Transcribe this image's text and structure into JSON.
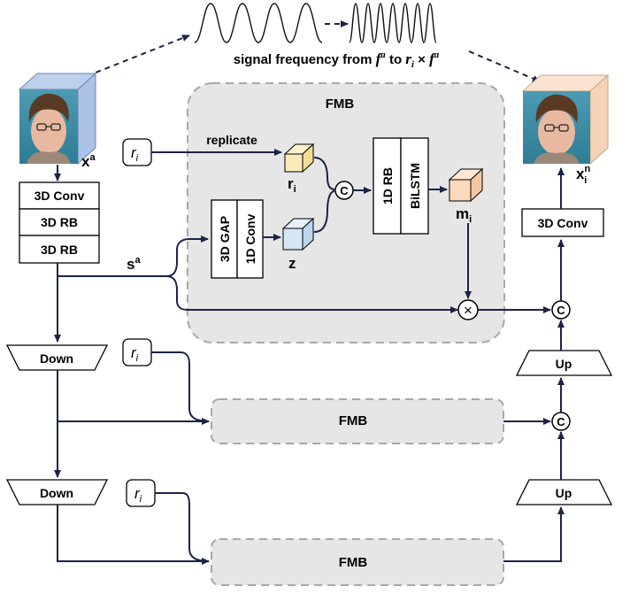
{
  "diagram": {
    "signal_caption_prefix": "signal frequency from ",
    "signal_caption_fa1": "f",
    "signal_caption_fa1_sup": "a",
    "signal_caption_mid": " to ",
    "signal_caption_ri": "r",
    "signal_caption_ri_sub": "i",
    "signal_caption_times": " × ",
    "signal_caption_fa2": "f",
    "signal_caption_fa2_sup": "a",
    "input_label": "x",
    "input_label_sup": "a",
    "output_label": "x",
    "output_label_sup": "n",
    "output_label_sub": "i",
    "encoder_blocks": [
      "3D Conv",
      "3D RB",
      "3D RB"
    ],
    "fmb_title": "FMB",
    "ri_box": "r",
    "ri_box_sub": "i",
    "replicate_label": "replicate",
    "ri_cube_label": "r",
    "ri_cube_label_sub": "i",
    "gap_label": "3D GAP",
    "conv1d_label": "1D Conv",
    "z_label": "z",
    "concat_symbol": "C",
    "rb1d_label": "1D RB",
    "bilstm_label": "BiLSTM",
    "m_label": "m",
    "m_label_sub": "i",
    "sa_label": "s",
    "sa_label_sup": "a",
    "multiply_symbol": "×",
    "down_label": "Down",
    "up_label": "Up",
    "fmb_small_label": "FMB",
    "out_conv_label": "3D Conv"
  },
  "colors": {
    "arrow": "#1b2347",
    "fmb_fill": "#e6e6e6",
    "fmb_border": "#a8a8a8",
    "ri_cube": "#fbe9b7",
    "z_cube": "#d6e6f6",
    "m_cube": "#fbd9bd",
    "input_cube": "#c9d9ef",
    "output_cube": "#f9dcc6"
  }
}
